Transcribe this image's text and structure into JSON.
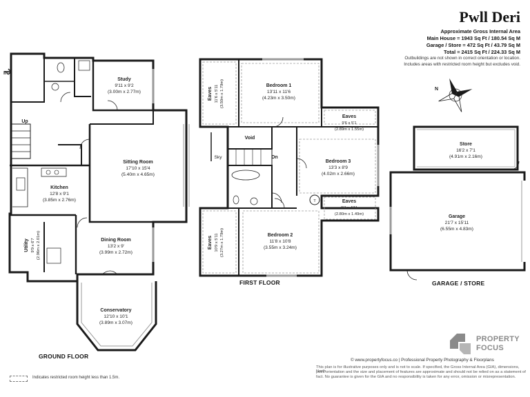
{
  "header": {
    "title": "Pwll Deri",
    "subtitle": "Approximate Gross Internal Area",
    "main_house": "Main House = 1943 Sq Ft / 180.54 Sq M",
    "garage_store": "Garage / Store = 472 Sq Ft / 43.79 Sq M",
    "total": "Total = 2415 Sq Ft / 224.33 Sq M",
    "note1": "Outbuildings are not shown in correct orientation or location.",
    "note2": "Includes areas with restricted room height but excludes void."
  },
  "ground_floor": {
    "label": "GROUND FLOOR",
    "entrance": "IN",
    "stairs": "Up",
    "rooms": {
      "study": {
        "name": "Study",
        "imperial": "9'11 x 9'2",
        "metric": "(3.00m x 2.77m)"
      },
      "sitting": {
        "name": "Sitting Room",
        "imperial": "17'10 x 15'4",
        "metric": "(5.40m x 4.65m)"
      },
      "kitchen": {
        "name": "Kitchen",
        "imperial": "12'8 x 9'1",
        "metric": "(3.85m x 2.76m)"
      },
      "utility": {
        "name": "Utility",
        "imperial": "9'9 x 6'7",
        "metric": "(2.96m x 2.01m)"
      },
      "dining": {
        "name": "Dining Room",
        "imperial": "13'2 x 9'",
        "metric": "(3.99m x 2.72m)"
      },
      "conservatory": {
        "name": "Conservatory",
        "imperial": "12'10 x 10'1",
        "metric": "(3.89m x 3.07m)"
      }
    }
  },
  "first_floor": {
    "label": "FIRST FLOOR",
    "void": "Void",
    "sky": "Sky",
    "dn": "Dn",
    "tank": "T",
    "rooms": {
      "eaves_tl": {
        "name": "Eaves",
        "imperial": "11'6 x 5'11",
        "metric": "(3.50m x 1.79m)"
      },
      "bed1": {
        "name": "Bedroom 1",
        "imperial": "13'11 x 11'6",
        "metric": "(4.23m x 3.50m)"
      },
      "eaves_tr": {
        "name": "Eaves",
        "imperial": "9'6 x 5'1",
        "metric": "(2.89m x 1.55m)"
      },
      "bed3": {
        "name": "Bedroom 3",
        "imperial": "13'3 x 8'9",
        "metric": "(4.02m x 2.66m)"
      },
      "eaves_br": {
        "name": "Eaves",
        "imperial": "9'3 x 4'11",
        "metric": "(2.80m x 1.49m)"
      },
      "eaves_bl": {
        "name": "Eaves",
        "imperial": "10'9 x 5'11",
        "metric": "(3.27m x 1.79m)"
      },
      "bed2": {
        "name": "Bedroom 2",
        "imperial": "11'8 x 10'8",
        "metric": "(3.55m x 3.24m)"
      }
    }
  },
  "garage": {
    "label": "GARAGE / STORE",
    "rooms": {
      "store": {
        "name": "Store",
        "imperial": "16'2 x 7'1",
        "metric": "(4.91m x 2.16m)"
      },
      "garage": {
        "name": "Garage",
        "imperial": "21'7 x 15'11",
        "metric": "(6.55m x 4.83m)"
      }
    }
  },
  "compass": {
    "label": "N",
    "icon": "compass-rose-icon"
  },
  "brand": {
    "line1": "PROPERTY",
    "line2": "FOCUS"
  },
  "footer": {
    "website": "© www.propertyfocus.co",
    "tagline": "| Professional Property Photography & Floorplans",
    "disclaimer1": "This plan is for illustrative purposes only and is not to scale. If specified, the Gross Internal Area (GIA), dimensions, North",
    "disclaimer2": "point orientation and the size and placement of features are approximate and should not be relied on as a statement of",
    "disclaimer3": "fact. No guarantee is given for the GIA and no responsibility is taken for any error, omission or misrepresentation.",
    "legend": "Indicates restricted room height less than 1.5m."
  },
  "colors": {
    "wall": "#1a1a1a",
    "window": "#9a9a9a",
    "brand_grey": "#8a8a8a"
  }
}
